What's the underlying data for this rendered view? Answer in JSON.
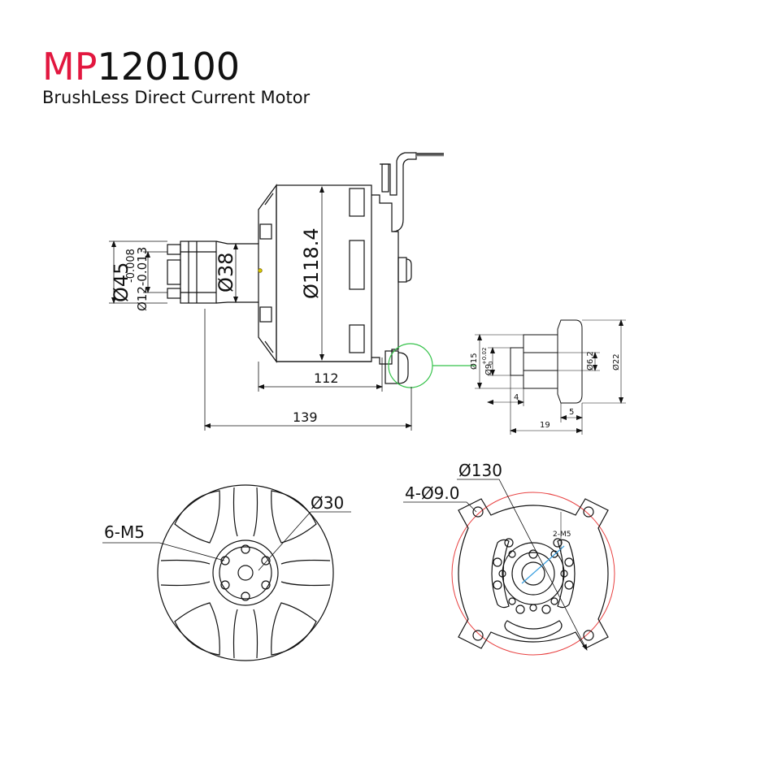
{
  "title": {
    "prefix": "MP",
    "model": "120100"
  },
  "subtitle": "BrushLess Direct Current Motor",
  "colors": {
    "accent": "#e2173f",
    "line": "#111111",
    "detail_circle": "#35c24a",
    "red_circle": "#e84040",
    "blue_arrow": "#3aa0e0"
  },
  "side_view": {
    "dim_shaft_outer": "Ø45",
    "dim_shaft_tol_upper": "-0.008",
    "dim_shaft_tol_lower": "Ø12-0.013",
    "dim_hub": "Ø38",
    "dim_body": "Ø118.4",
    "dim_body_length": "112",
    "dim_total_length": "139"
  },
  "detail_view": {
    "dim_d15": "Ø15",
    "dim_d9": "Ø9",
    "dim_d9_tol_upper": "+0.02",
    "dim_d9_tol_lower": "0",
    "dim_d62": "Ø6.2",
    "dim_d22": "Ø22",
    "dim_4": "4",
    "dim_5": "5",
    "dim_19": "19"
  },
  "front_view": {
    "dim_threads": "6-M5",
    "dim_hub": "Ø30"
  },
  "back_view": {
    "dim_pcd": "Ø130",
    "dim_holes": "4-Ø9.0",
    "dim_threads": "2-M5"
  }
}
